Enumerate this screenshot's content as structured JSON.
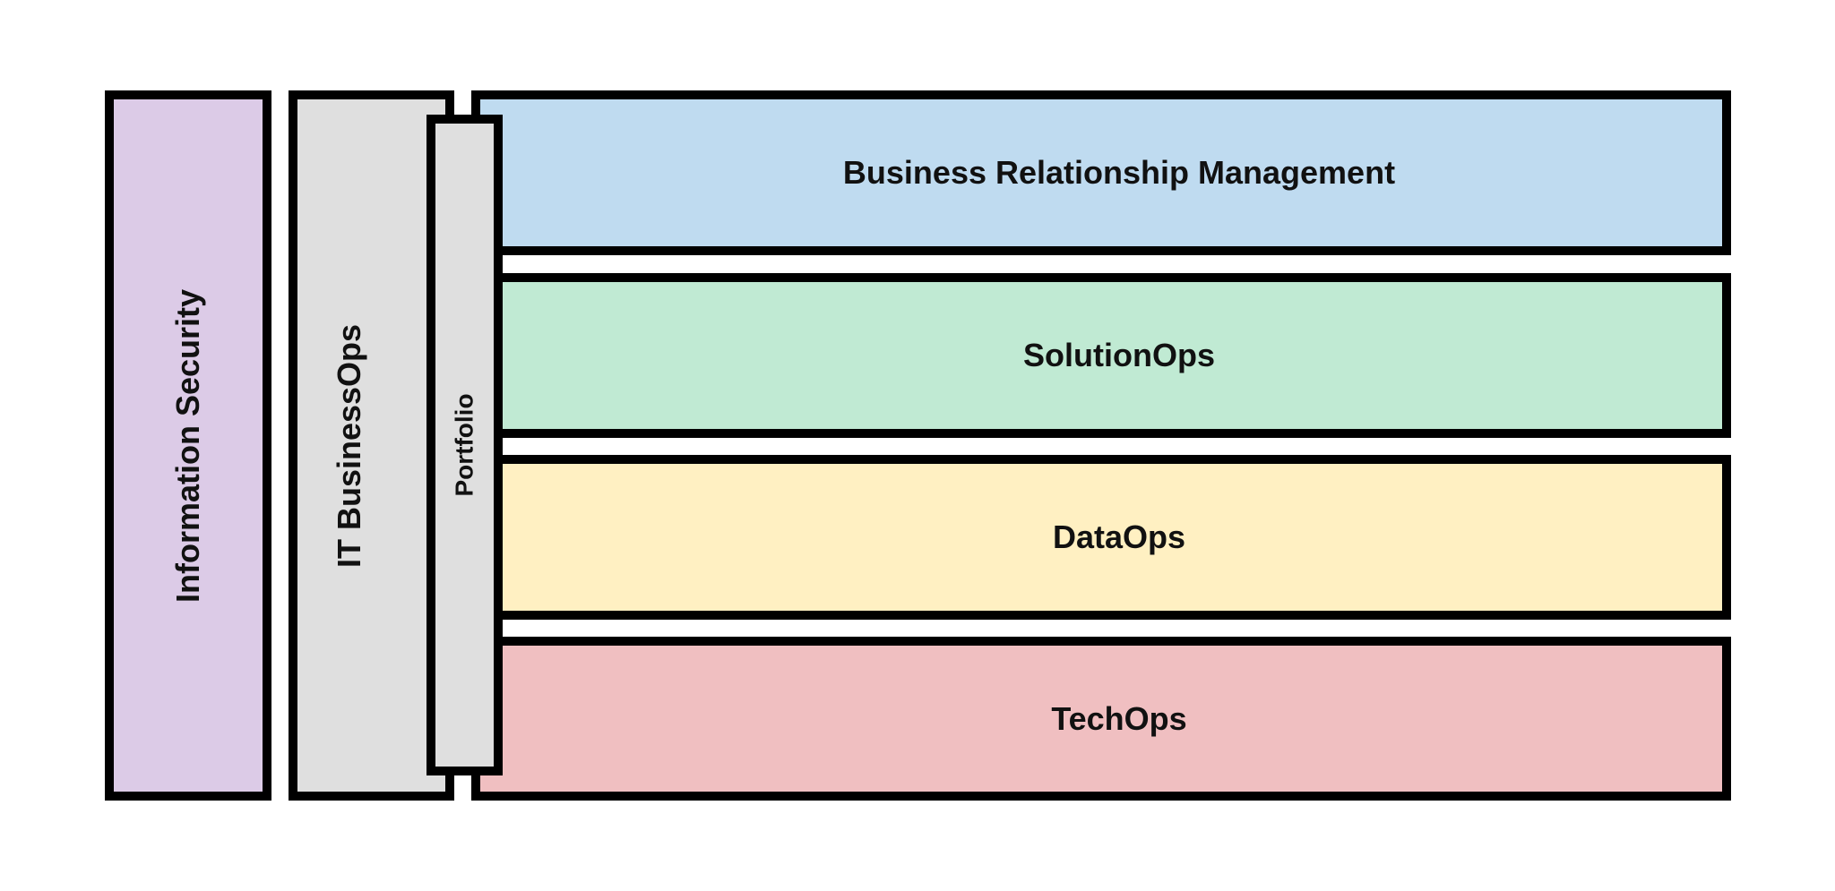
{
  "diagram": {
    "infosec": {
      "label": "Information Security",
      "fill": "#dccbe7"
    },
    "it_businessops": {
      "label": "IT BusinessOps",
      "fill": "#dfdfdf"
    },
    "portfolio": {
      "label": "Portfolio",
      "fill": "#dfdfdf"
    },
    "rows": [
      {
        "label": "Business Relationship Management",
        "fill": "#bfdbf0"
      },
      {
        "label": "SolutionOps",
        "fill": "#c0ead3"
      },
      {
        "label": "DataOps",
        "fill": "#fff0c2"
      },
      {
        "label": "TechOps",
        "fill": "#f0bfc1"
      }
    ],
    "border_color": "#000000"
  }
}
